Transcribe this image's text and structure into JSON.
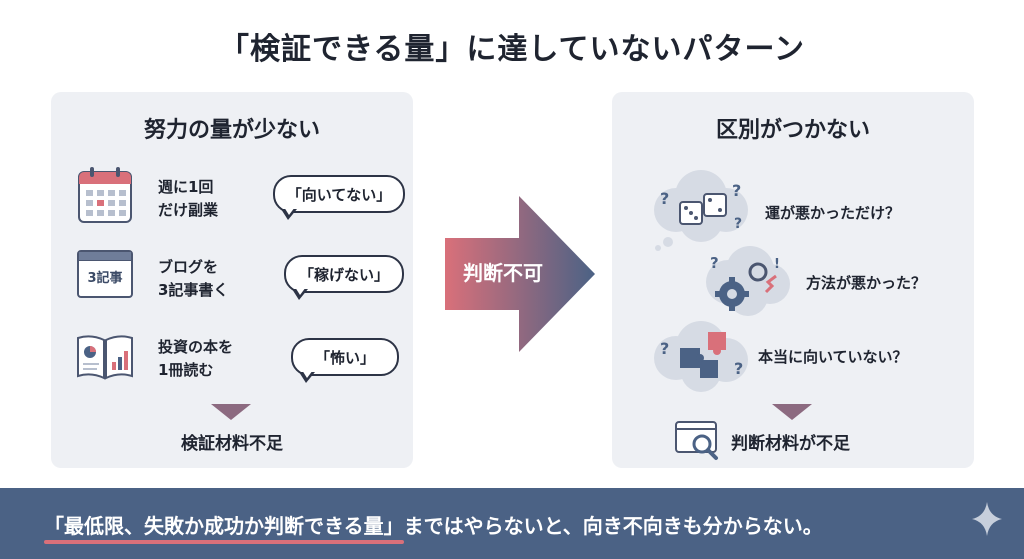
{
  "title": "「検証できる量」に達していないパターン",
  "left_panel": {
    "heading": "努力の量が少ない",
    "rows": [
      {
        "icon": "calendar-icon",
        "text_line1": "週に1回",
        "text_line2": "だけ副業",
        "bubble": "「向いてない」"
      },
      {
        "icon": "blog-article-icon",
        "icon_label": "3記事",
        "text_line1": "ブログを",
        "text_line2": "3記事書く",
        "bubble": "「稼げない」"
      },
      {
        "icon": "book-icon",
        "text_line1": "投資の本を",
        "text_line2": "1冊読む",
        "bubble": "「怖い」"
      }
    ],
    "conclusion": "検証材料不足"
  },
  "center_arrow": {
    "label": "判断不可"
  },
  "right_panel": {
    "heading": "区別がつかない",
    "items": [
      {
        "icon": "dice-thought-icon",
        "text": "運が悪かっただけ？"
      },
      {
        "icon": "gears-thought-icon",
        "text": "方法が悪かった？"
      },
      {
        "icon": "puzzle-thought-icon",
        "text": "本当に向いていない？"
      }
    ],
    "conclusion": "判断材料が不足"
  },
  "banner": {
    "highlight": "「最低限、失敗か成功か判断できる量」",
    "rest": "まではやらないと、向き不向きも分からない。"
  },
  "colors": {
    "panel_bg": "#eef0f4",
    "banner_bg": "#4b6285",
    "accent_red": "#d9707a",
    "arrow_start": "#d9707a",
    "arrow_end": "#4b6285"
  }
}
